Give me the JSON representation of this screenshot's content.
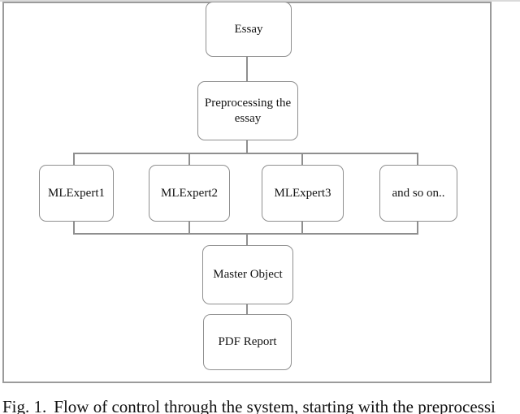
{
  "diagram": {
    "type": "flowchart",
    "nodes": [
      {
        "id": "essay",
        "label": "Essay"
      },
      {
        "id": "preprocessing",
        "label": "Preprocessing the\nessay"
      },
      {
        "id": "mlexpert1",
        "label": "MLExpert1"
      },
      {
        "id": "mlexpert2",
        "label": "MLExpert2"
      },
      {
        "id": "mlexpert3",
        "label": "MLExpert3"
      },
      {
        "id": "and-so-on",
        "label": "and so on.."
      },
      {
        "id": "master-object",
        "label": "Master Object"
      },
      {
        "id": "pdf-report",
        "label": "PDF Report"
      }
    ],
    "edges": [
      {
        "from": "essay",
        "to": "preprocessing"
      },
      {
        "from": "preprocessing",
        "to": "mlexpert1"
      },
      {
        "from": "preprocessing",
        "to": "mlexpert2"
      },
      {
        "from": "preprocessing",
        "to": "mlexpert3"
      },
      {
        "from": "preprocessing",
        "to": "and-so-on"
      },
      {
        "from": "mlexpert1",
        "to": "master-object"
      },
      {
        "from": "mlexpert2",
        "to": "master-object"
      },
      {
        "from": "mlexpert3",
        "to": "master-object"
      },
      {
        "from": "and-so-on",
        "to": "master-object"
      },
      {
        "from": "master-object",
        "to": "pdf-report"
      }
    ],
    "colors": {
      "node_border": "#8f8f8f",
      "connector": "#8f8f8f",
      "frame_border": "#9b9b9b",
      "text": "#111111",
      "background": "#ffffff"
    }
  },
  "caption": {
    "label": "Fig. 1.",
    "text": "Flow of control through the system, starting with the preprocessi"
  }
}
